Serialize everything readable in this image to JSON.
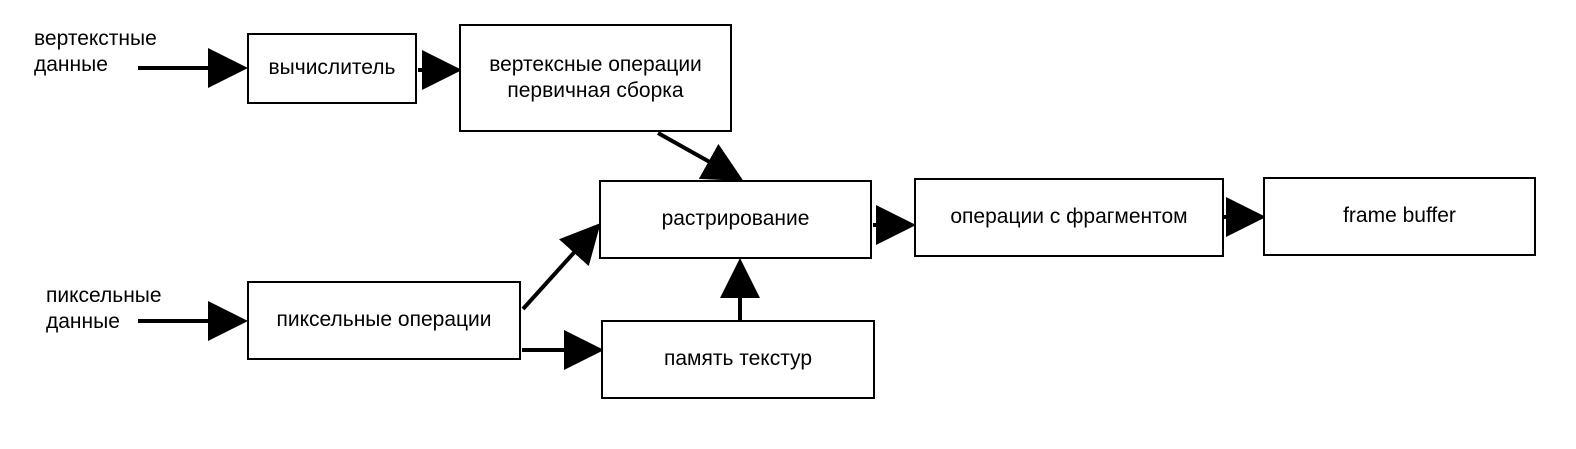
{
  "diagram": {
    "inputs": {
      "vertex": {
        "line1": "вертекстные",
        "line2": "данные"
      },
      "pixel": {
        "line1": "пиксельные",
        "line2": "данные"
      }
    },
    "nodes": {
      "evaluator": "вычислитель",
      "vertex_ops": {
        "line1": "вертексные операции",
        "line2": "первичная сборка"
      },
      "rasterization": "растрирование",
      "fragment_ops": "операции с фрагментом",
      "frame_buffer": "frame buffer",
      "pixel_ops": "пиксельные операции",
      "texture_memory": "память текстур"
    },
    "colors": {
      "line": "#000000",
      "background": "#ffffff"
    }
  }
}
